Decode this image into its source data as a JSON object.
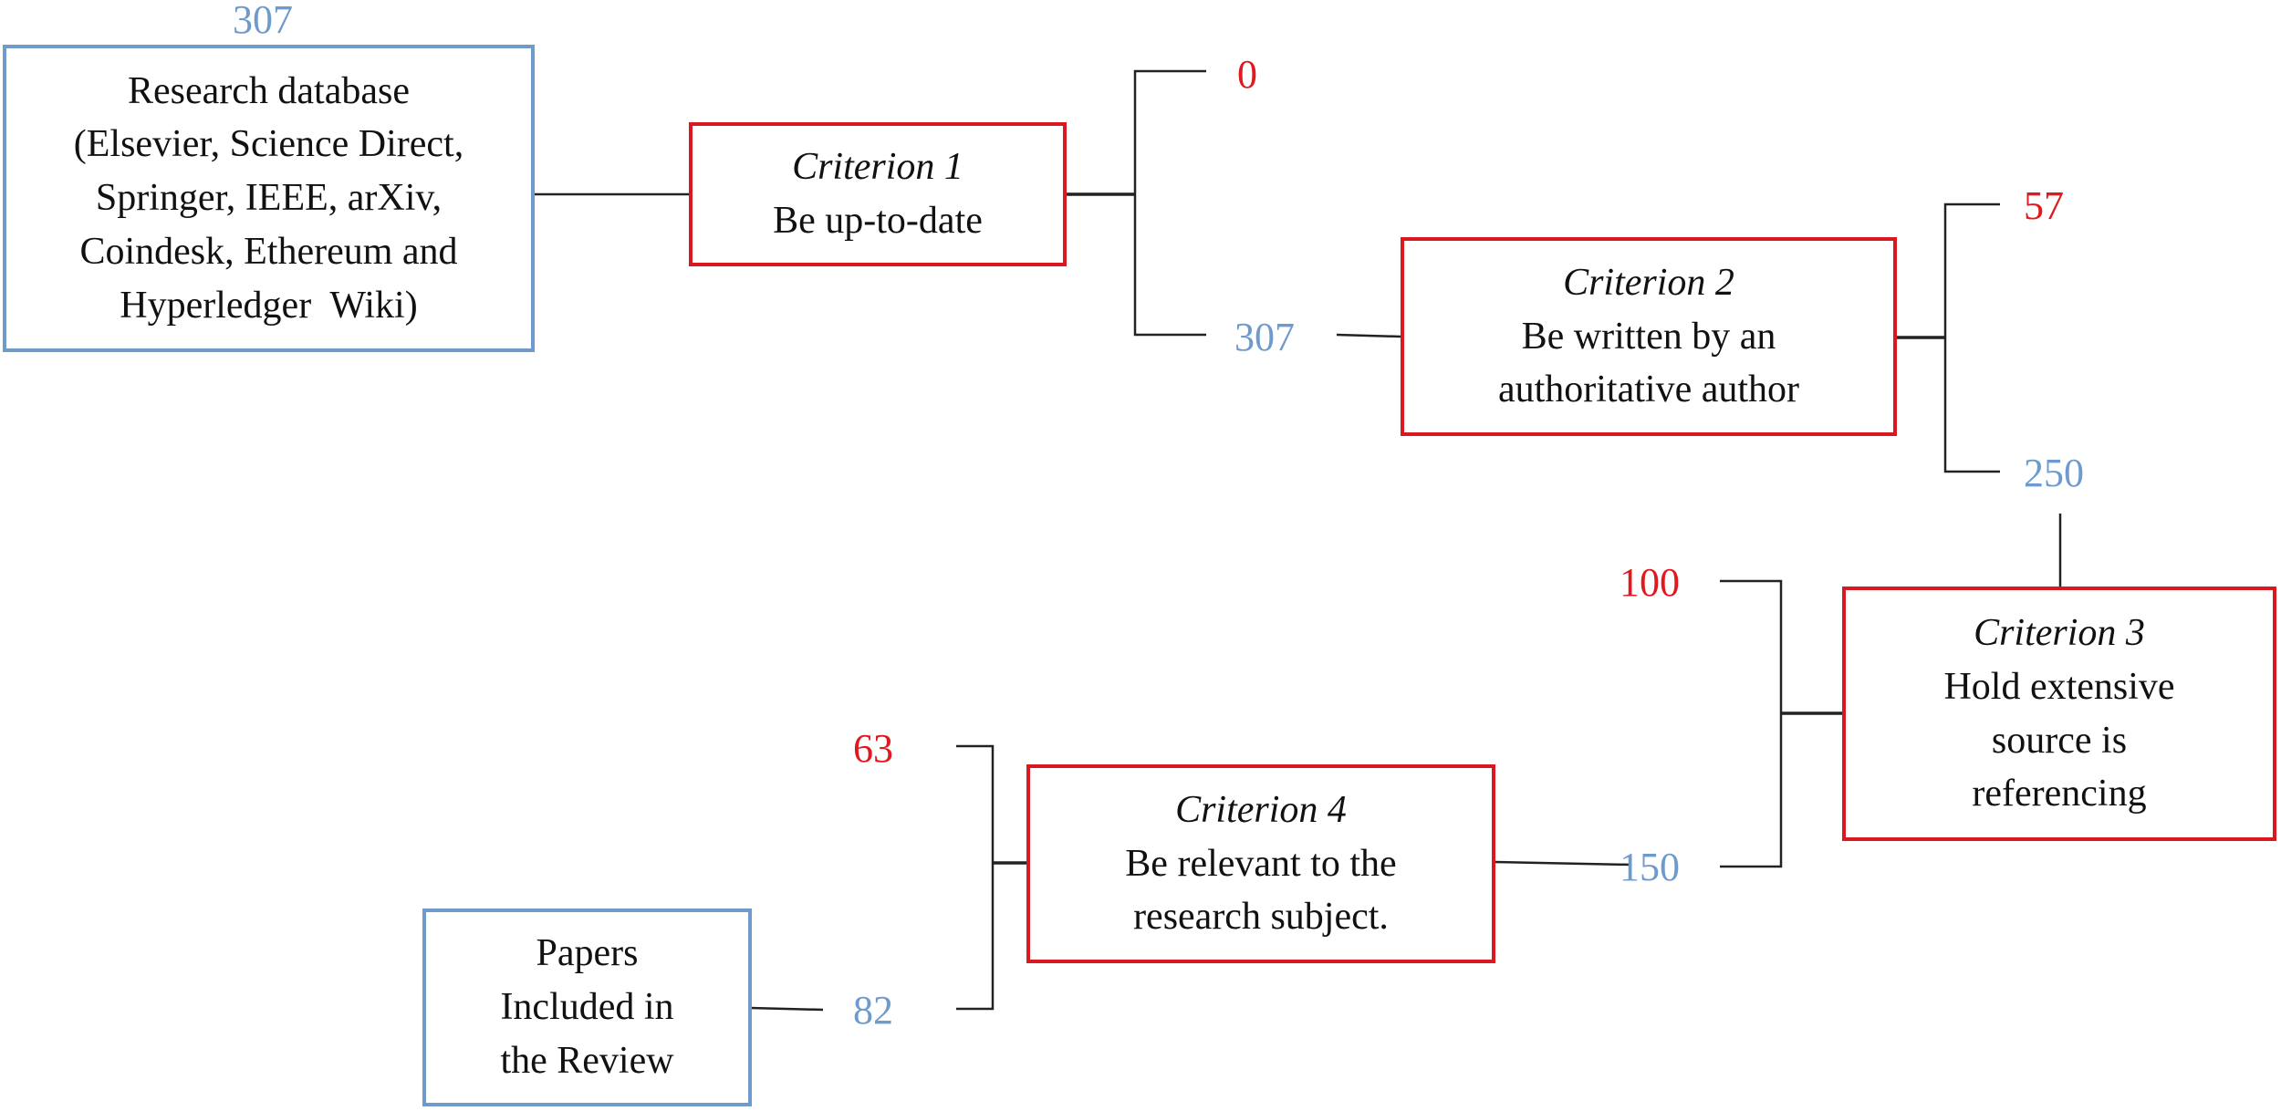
{
  "colors": {
    "blue": "#6f9bcc",
    "red": "#e0191f",
    "line": "#222222"
  },
  "source": {
    "count": "307",
    "lines": [
      "Research database",
      "(Elsevier, Science Direct,",
      "Springer, IEEE, arXiv,",
      "Coindesk, Ethereum and",
      "Hyperledger  Wiki)"
    ]
  },
  "criteria": [
    {
      "title": "Criterion 1",
      "lines": [
        "Be up-to-date"
      ],
      "excluded": "0",
      "kept": "307"
    },
    {
      "title": "Criterion 2",
      "lines": [
        "Be written by an",
        "authoritative author"
      ],
      "excluded": "57",
      "kept": "250"
    },
    {
      "title": "Criterion 3",
      "lines": [
        "Hold extensive",
        "source is",
        "referencing"
      ],
      "excluded": "100",
      "kept": "150"
    },
    {
      "title": "Criterion 4",
      "lines": [
        "Be relevant to the",
        "research subject."
      ],
      "excluded": "63",
      "kept": "82"
    }
  ],
  "result": {
    "lines": [
      "Papers",
      "Included in",
      "the Review"
    ]
  }
}
